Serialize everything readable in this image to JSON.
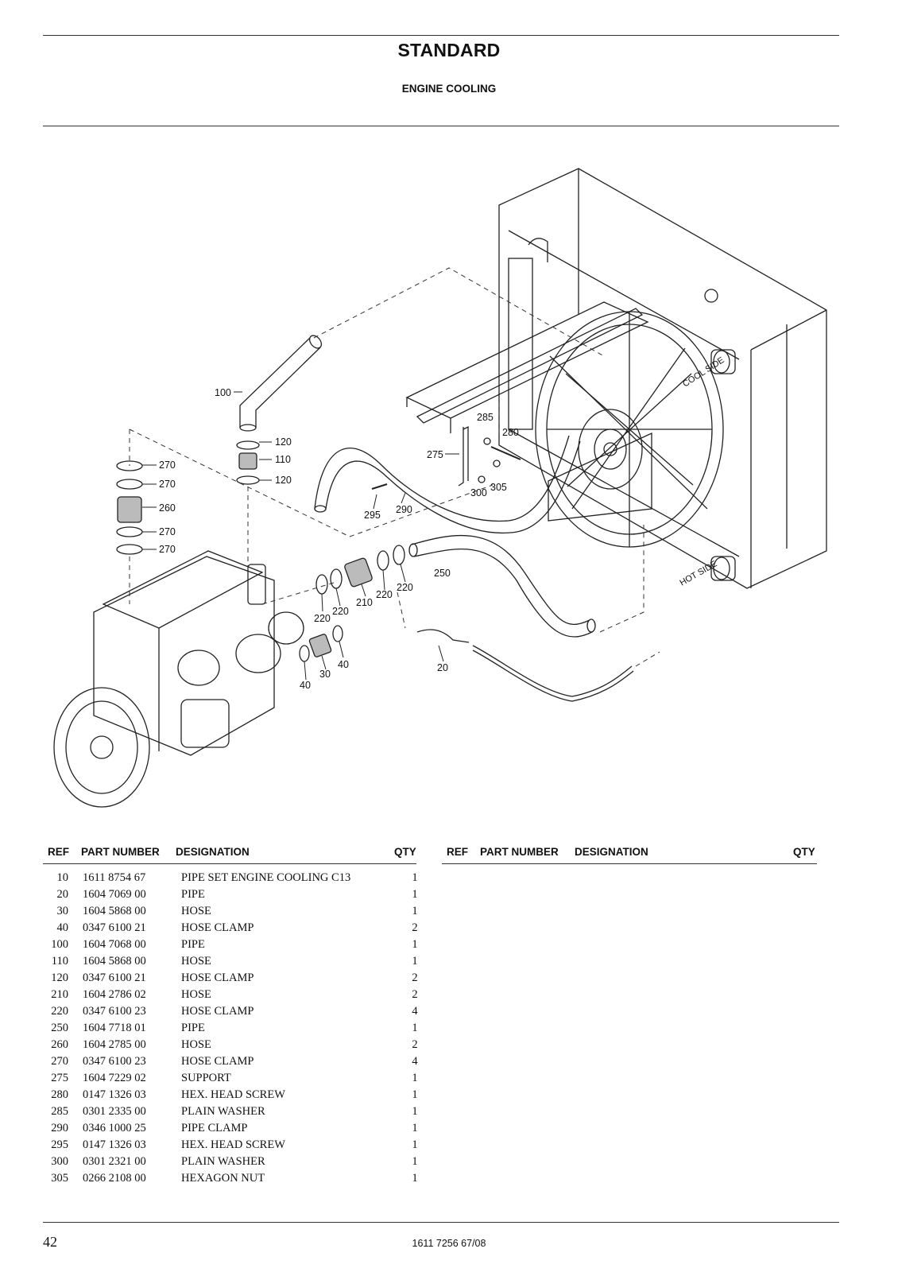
{
  "header": {
    "title": "STANDARD",
    "subtitle": "ENGINE COOLING"
  },
  "figure": {
    "callouts": {
      "c100": "100",
      "c120a": "120",
      "c110": "110",
      "c120b": "120",
      "c270a": "270",
      "c270b": "270",
      "c260": "260",
      "c270c": "270",
      "c270d": "270",
      "c285": "285",
      "c280": "280",
      "c275": "275",
      "c300": "300",
      "c305": "305",
      "c295": "295",
      "c290": "290",
      "c250": "250",
      "c220a": "220",
      "c220b": "220",
      "c210": "210",
      "c220c": "220",
      "c220d": "220",
      "c40a": "40",
      "c30": "30",
      "c40b": "40",
      "c20": "20"
    },
    "side_labels": {
      "cool": "COOL SIDE",
      "hot": "HOT SIDE"
    }
  },
  "parts_table": {
    "columns": {
      "ref": "REF",
      "part_number": "PART NUMBER",
      "designation": "DESIGNATION",
      "qty": "QTY"
    },
    "rows": [
      {
        "ref": "10",
        "part_number": "1611 8754 67",
        "designation": "PIPE SET ENGINE COOLING C13",
        "qty": "1"
      },
      {
        "ref": "20",
        "part_number": "1604 7069 00",
        "designation": "PIPE",
        "qty": "1"
      },
      {
        "ref": "30",
        "part_number": "1604 5868 00",
        "designation": "HOSE",
        "qty": "1"
      },
      {
        "ref": "40",
        "part_number": "0347 6100 21",
        "designation": "HOSE CLAMP",
        "qty": "2"
      },
      {
        "ref": "100",
        "part_number": "1604 7068 00",
        "designation": "PIPE",
        "qty": "1"
      },
      {
        "ref": "110",
        "part_number": "1604 5868 00",
        "designation": "HOSE",
        "qty": "1"
      },
      {
        "ref": "120",
        "part_number": "0347 6100 21",
        "designation": "HOSE CLAMP",
        "qty": "2"
      },
      {
        "ref": "210",
        "part_number": "1604 2786 02",
        "designation": "HOSE",
        "qty": "2"
      },
      {
        "ref": "220",
        "part_number": "0347 6100 23",
        "designation": "HOSE CLAMP",
        "qty": "4"
      },
      {
        "ref": "250",
        "part_number": "1604 7718 01",
        "designation": "PIPE",
        "qty": "1"
      },
      {
        "ref": "260",
        "part_number": "1604 2785 00",
        "designation": "HOSE",
        "qty": "2"
      },
      {
        "ref": "270",
        "part_number": "0347 6100 23",
        "designation": "HOSE CLAMP",
        "qty": "4"
      },
      {
        "ref": "275",
        "part_number": "1604 7229 02",
        "designation": "SUPPORT",
        "qty": "1"
      },
      {
        "ref": "280",
        "part_number": "0147 1326 03",
        "designation": "HEX. HEAD SCREW",
        "qty": "1"
      },
      {
        "ref": "285",
        "part_number": "0301 2335 00",
        "designation": "PLAIN WASHER",
        "qty": "1"
      },
      {
        "ref": "290",
        "part_number": "0346 1000 25",
        "designation": "PIPE CLAMP",
        "qty": "1"
      },
      {
        "ref": "295",
        "part_number": "0147 1326 03",
        "designation": "HEX. HEAD SCREW",
        "qty": "1"
      },
      {
        "ref": "300",
        "part_number": "0301 2321 00",
        "designation": "PLAIN WASHER",
        "qty": "1"
      },
      {
        "ref": "305",
        "part_number": "0266 2108 00",
        "designation": "HEXAGON NUT",
        "qty": "1"
      }
    ]
  },
  "footer": {
    "page_number": "42",
    "document_number": "1611 7256 67/08"
  }
}
